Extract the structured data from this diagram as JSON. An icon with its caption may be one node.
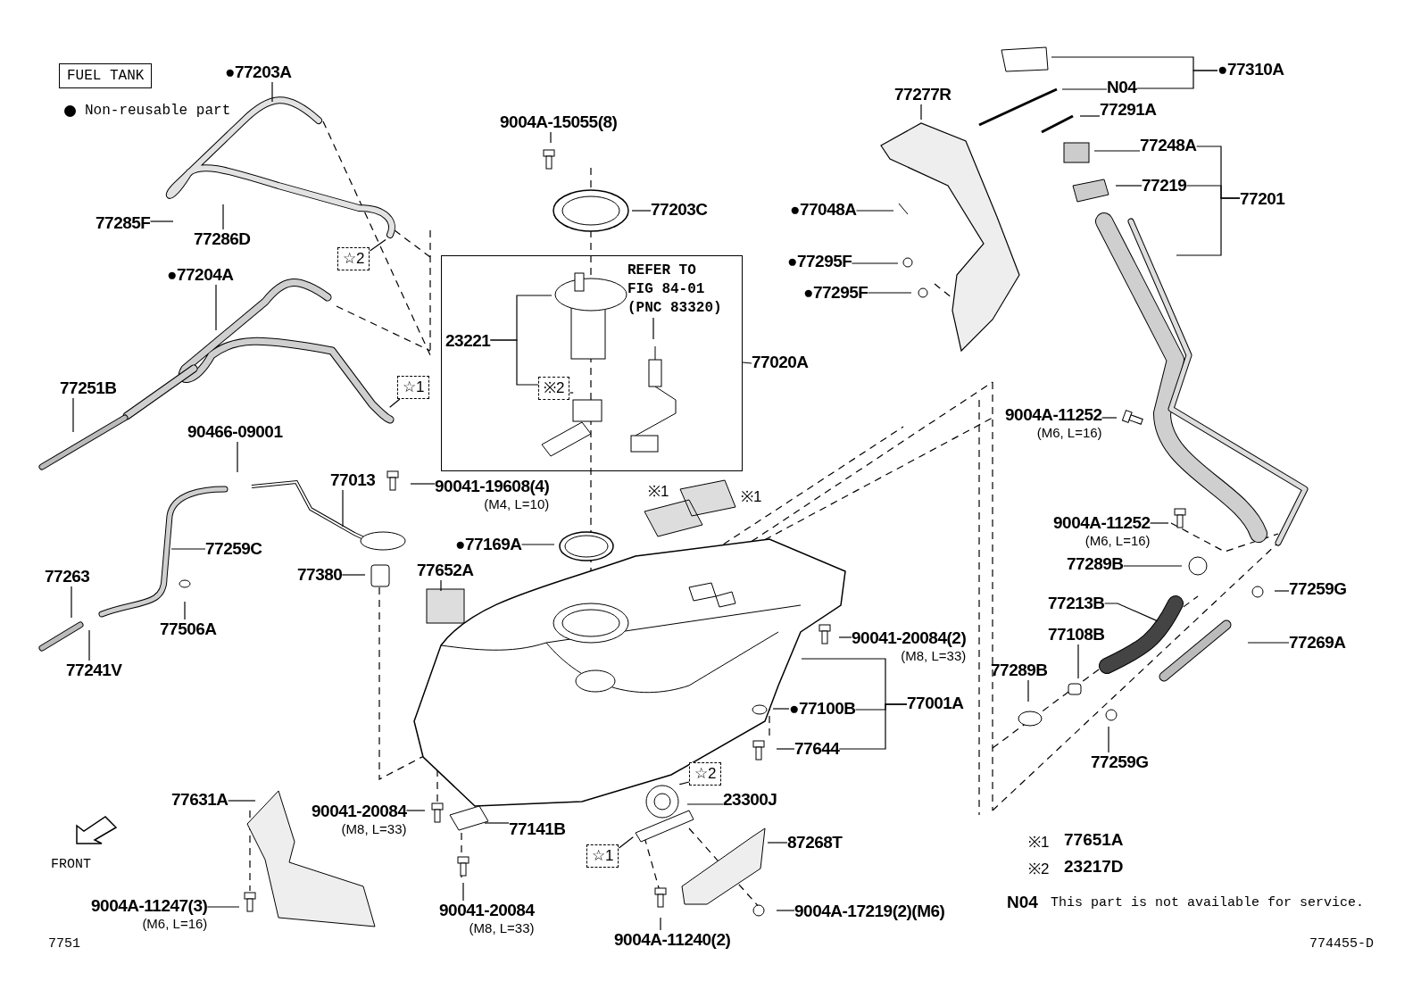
{
  "diagram": {
    "title": "FUEL TANK",
    "nodes": [
      {
        "text": [
          "●77203A"
        ]
      },
      {
        "text": [
          "77285F"
        ]
      },
      {
        "text": [
          "77286D"
        ]
      },
      {
        "text": [
          "☆2"
        ]
      },
      {
        "text": [
          "●77204A"
        ]
      },
      {
        "text": [
          "77251B"
        ]
      },
      {
        "text": [
          "☆1"
        ]
      },
      {
        "text": [
          "9004A-15055(8)"
        ]
      },
      {
        "text": [
          "77203C"
        ]
      },
      {
        "text": [],
        "shape": "box"
      },
      {
        "text": [
          "23221"
        ],
        "in": 9
      },
      {
        "text": [
          "※2"
        ],
        "in": 9
      },
      {
        "text": [
          "REFER TO FIG 84-01 (PNC 83320)"
        ],
        "in": 9
      },
      {
        "text": [
          "77020A"
        ]
      },
      {
        "text": [
          "90466-09001"
        ]
      },
      {
        "text": [
          "77013"
        ]
      },
      {
        "text": [
          "90041-19608(4)",
          "(M4, L=10)"
        ]
      },
      {
        "text": [
          "77259C"
        ]
      },
      {
        "text": [
          "77263"
        ]
      },
      {
        "text": [
          "77506A"
        ]
      },
      {
        "text": [
          "77241V"
        ]
      },
      {
        "text": [
          "77380"
        ]
      },
      {
        "text": [
          "●77169A"
        ]
      },
      {
        "text": [
          "77652A"
        ]
      },
      {
        "text": [
          "90041-20084(2)",
          "(M8, L=33)"
        ]
      },
      {
        "text": [
          "●77100B"
        ]
      },
      {
        "text": [
          "77001A"
        ]
      },
      {
        "text": [
          "77644"
        ]
      },
      {
        "text": [
          "77631A"
        ]
      },
      {
        "text": [
          "90041-20084",
          "(M8, L=33)"
        ]
      },
      {
        "text": [
          "77141B"
        ]
      },
      {
        "text": [
          "☆2"
        ]
      },
      {
        "text": [
          "23300J"
        ]
      },
      {
        "text": [
          "☆1"
        ]
      },
      {
        "text": [
          "87268T"
        ]
      },
      {
        "text": [
          "9004A-11247(3)",
          "(M6, L=16)"
        ]
      },
      {
        "text": [
          "90041-20084",
          "(M8, L=33)"
        ]
      },
      {
        "text": [
          "9004A-11240(2)"
        ]
      },
      {
        "text": [
          "9004A-17219(2)(M6)"
        ]
      },
      {
        "text": [
          "●77310A"
        ]
      },
      {
        "text": [
          "N04"
        ]
      },
      {
        "text": [
          "77291A"
        ]
      },
      {
        "text": [
          "77248A"
        ]
      },
      {
        "text": [
          "77219"
        ]
      },
      {
        "text": [
          "77201"
        ]
      },
      {
        "text": [
          "77277R"
        ]
      },
      {
        "text": [
          "●77048A"
        ]
      },
      {
        "text": [
          "●77295F"
        ]
      },
      {
        "text": [
          "●77295F"
        ]
      },
      {
        "text": [
          "9004A-11252",
          "(M6, L=16)"
        ]
      },
      {
        "text": [
          "9004A-11252",
          "(M6, L=16)"
        ]
      },
      {
        "text": [
          "77289B"
        ]
      },
      {
        "text": [
          "77259G"
        ]
      },
      {
        "text": [
          "77213B"
        ]
      },
      {
        "text": [
          "77108B"
        ]
      },
      {
        "text": [
          "77269A"
        ]
      },
      {
        "text": [
          "77289B"
        ]
      },
      {
        "text": [
          "77259G"
        ]
      }
    ],
    "edges": [
      {
        "from": 0,
        "to": null,
        "arrow": "none"
      },
      {
        "from": 1,
        "to": null,
        "arrow": "none"
      },
      {
        "from": 2,
        "to": null,
        "arrow": "none"
      },
      {
        "from": 3,
        "to": null,
        "arrow": "none"
      },
      {
        "from": 4,
        "to": null,
        "arrow": "none"
      },
      {
        "from": 5,
        "to": null,
        "arrow": "none"
      },
      {
        "from": 6,
        "to": null,
        "arrow": "none"
      },
      {
        "from": 7,
        "to": null,
        "arrow": "none"
      },
      {
        "from": 8,
        "to": null,
        "arrow": "none"
      },
      {
        "from": 10,
        "to": null,
        "arrow": "none"
      },
      {
        "from": 10,
        "to": 11,
        "arrow": "none"
      },
      {
        "from": 11,
        "to": null,
        "arrow": "none"
      },
      {
        "from": 12,
        "to": null,
        "arrow": "none"
      },
      {
        "from": 13,
        "to": 9,
        "arrow": "none"
      },
      {
        "from": 14,
        "to": null,
        "arrow": "none"
      },
      {
        "from": 15,
        "to": null,
        "arrow": "none"
      },
      {
        "from": 16,
        "to": null,
        "arrow": "none"
      },
      {
        "from": 17,
        "to": null,
        "arrow": "none"
      },
      {
        "from": 18,
        "to": null,
        "arrow": "none"
      },
      {
        "from": 19,
        "to": null,
        "arrow": "none"
      },
      {
        "from": 20,
        "to": null,
        "arrow": "none"
      },
      {
        "from": 21,
        "to": null,
        "arrow": "none"
      },
      {
        "from": 22,
        "to": null,
        "arrow": "none"
      },
      {
        "from": 23,
        "to": null,
        "arrow": "none"
      },
      {
        "from": 24,
        "to": null,
        "arrow": "none"
      },
      {
        "from": 25,
        "to": null,
        "arrow": "none"
      },
      {
        "from": 26,
        "to": 25,
        "arrow": "none"
      },
      {
        "from": 26,
        "to": 27,
        "arrow": "none"
      },
      {
        "from": 26,
        "to": null,
        "arrow": "none"
      },
      {
        "from": 27,
        "to": null,
        "arrow": "none"
      },
      {
        "from": 28,
        "to": null,
        "arrow": "none"
      },
      {
        "from": 29,
        "to": null,
        "arrow": "none"
      },
      {
        "from": 30,
        "to": null,
        "arrow": "none"
      },
      {
        "from": 31,
        "to": null,
        "arrow": "none"
      },
      {
        "from": 32,
        "to": null,
        "arrow": "none"
      },
      {
        "from": 33,
        "to": null,
        "arrow": "none"
      },
      {
        "from": 34,
        "to": null,
        "arrow": "none"
      },
      {
        "from": 35,
        "to": null,
        "arrow": "none"
      },
      {
        "from": 36,
        "to": null,
        "arrow": "none"
      },
      {
        "from": 37,
        "to": null,
        "arrow": "none"
      },
      {
        "from": 38,
        "to": null,
        "arrow": "none"
      },
      {
        "from": 39,
        "to": null,
        "arrow": "none"
      },
      {
        "from": 39,
        "to": 40,
        "arrow": "none"
      },
      {
        "from": 40,
        "to": null,
        "arrow": "none"
      },
      {
        "from": 41,
        "to": null,
        "arrow": "none"
      },
      {
        "from": 42,
        "to": null,
        "arrow": "none"
      },
      {
        "from": 43,
        "to": null,
        "arrow": "none"
      },
      {
        "from": 44,
        "to": 42,
        "arrow": "none"
      },
      {
        "from": 44,
        "to": 43,
        "arrow": "none"
      },
      {
        "from": 44,
        "to": null,
        "arrow": "none"
      },
      {
        "from": 45,
        "to": null,
        "arrow": "none"
      },
      {
        "from": 46,
        "to": null,
        "arrow": "none"
      },
      {
        "from": 47,
        "to": null,
        "arrow": "none"
      },
      {
        "from": 48,
        "to": null,
        "arrow": "none"
      },
      {
        "from": 49,
        "to": null,
        "arrow": "none"
      },
      {
        "from": 50,
        "to": null,
        "arrow": "none"
      },
      {
        "from": 51,
        "to": null,
        "arrow": "none"
      },
      {
        "from": 52,
        "to": null,
        "arrow": "none"
      },
      {
        "from": 53,
        "to": null,
        "arrow": "none"
      },
      {
        "from": 54,
        "to": null,
        "arrow": "none"
      },
      {
        "from": 55,
        "to": null,
        "arrow": "none"
      },
      {
        "from": 56,
        "to": null,
        "arrow": "none"
      },
      {
        "from": 57,
        "to": null,
        "arrow": "none"
      }
    ],
    "labels": [
      "※1",
      "※1",
      "FRONT",
      "7751",
      "※1",
      "77651A",
      "※2",
      "23217D",
      "N04",
      "This part is not available for service.",
      "774455-D"
    ],
    "legend": [
      {
        "text": "Non-reusable part"
      }
    ]
  }
}
